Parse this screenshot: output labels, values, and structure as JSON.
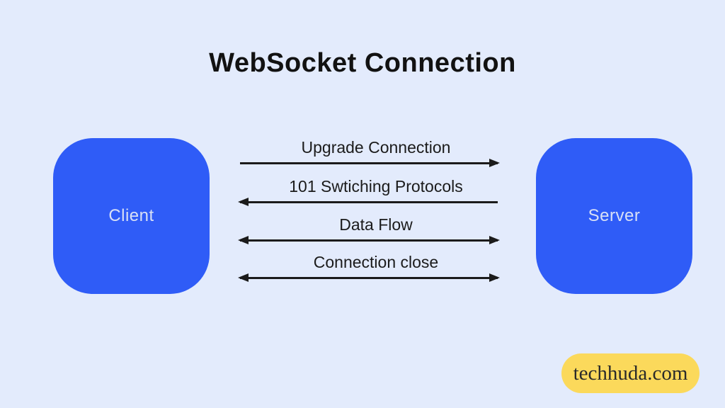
{
  "title": "WebSocket Connection",
  "nodes": {
    "client": {
      "label": "Client"
    },
    "server": {
      "label": "Server"
    }
  },
  "messages": [
    {
      "label": "Upgrade Connection",
      "direction": "right",
      "from": "Client",
      "to": "Server"
    },
    {
      "label": "101 Swtiching Protocols",
      "direction": "left",
      "from": "Server",
      "to": "Client"
    },
    {
      "label": "Data Flow",
      "direction": "both",
      "from": "Client",
      "to": "Server"
    },
    {
      "label": "Connection close",
      "direction": "both",
      "from": "Client",
      "to": "Server"
    }
  ],
  "badge": {
    "label": "techhuda.com"
  },
  "colors": {
    "background": "#e3ebfc",
    "title_text": "#121212",
    "node_fill": "#2f5cf7",
    "node_text": "#d8e0f6",
    "arrow": "#1b1b1b",
    "badge_fill": "#fbd95b",
    "badge_text": "#2a2a2a"
  }
}
